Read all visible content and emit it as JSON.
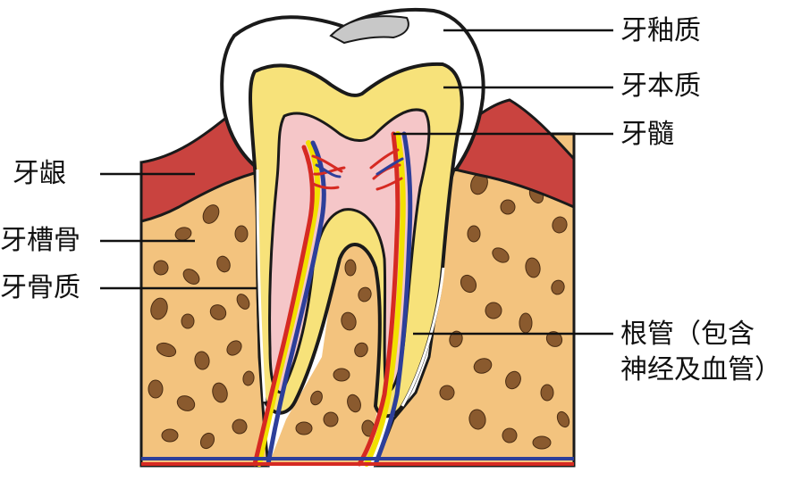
{
  "labels": {
    "enamel": "牙釉质",
    "dentin": "牙本质",
    "pulp": "牙髓",
    "gum": "牙龈",
    "alveolar_bone": "牙槽骨",
    "cementum": "牙骨质",
    "root_canal_line1": "根管（包含",
    "root_canal_line2": "神经及血管）"
  },
  "colors": {
    "outline": "#1a1a1a",
    "enamel": "#ffffff",
    "enamel_shadow": "#c8c8c8",
    "dentin": "#f7e27a",
    "pulp": "#f5c6c8",
    "gum": "#c9433f",
    "bone": "#f3c37e",
    "bone_spot": "#8a5a2e",
    "artery": "#d62a22",
    "vein": "#2d3f9a",
    "nerve": "#f2e000",
    "leader": "#111111"
  }
}
